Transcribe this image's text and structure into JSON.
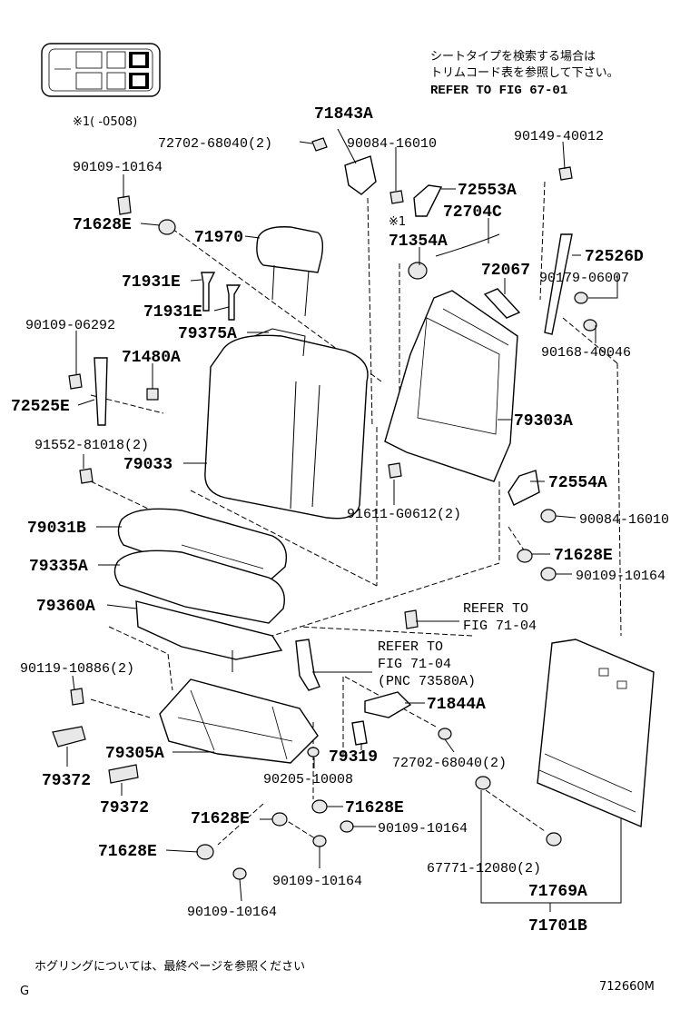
{
  "notes": {
    "jp_line1": "シートタイプを検索する場合は",
    "jp_line2": "トリムコード表を参照して下さい。",
    "refer_fig": "REFER TO FIG 67-01",
    "footnote_mark": "※1(   -0508)",
    "footnote_mark_short": "※1",
    "bottom_note": "ホグリングについては、最終ページを参照ください",
    "corner_letter": "G",
    "drawing_number": "712660M"
  },
  "labels": {
    "p71843A": "71843A",
    "p72702_68040_top": "72702-68040(2)",
    "p90084_16010_top": "90084-16010",
    "p90149_40012": "90149-40012",
    "p90109_10164_a": "90109-10164",
    "p72553A": "72553A",
    "p72704C": "72704C",
    "p71628E_a": "71628E",
    "p71354A": "71354A",
    "p71970": "71970",
    "p72526D": "72526D",
    "p72067": "72067",
    "p90179_06007": "90179-06007",
    "p71931E_a": "71931E",
    "p71931E_b": "71931E",
    "p79375A": "79375A",
    "p90109_06292": "90109-06292",
    "p90168_40046": "90168-40046",
    "p71480A": "71480A",
    "p72525E": "72525E",
    "p79303A": "79303A",
    "p91552_81018": "91552-81018(2)",
    "p79033": "79033",
    "p72554A": "72554A",
    "p91611_G0612": "91611-G0612(2)",
    "p90084_16010_b": "90084-16010",
    "p79031B": "79031B",
    "p71628E_b": "71628E",
    "p79335A": "79335A",
    "p90109_10164_b": "90109-10164",
    "p79360A": "79360A",
    "refer_71_04_a1": "REFER TO",
    "refer_71_04_a2": "FIG 71-04",
    "refer_71_04_b1": "REFER TO",
    "refer_71_04_b2": "FIG 71-04",
    "refer_71_04_b3": "(PNC 73580A)",
    "p90119_10886": "90119-10886(2)",
    "p71844A": "71844A",
    "p79372_a": "79372",
    "p79305A": "79305A",
    "p79319": "79319",
    "p72702_68040_b": "72702-68040(2)",
    "p90205_10008": "90205-10008",
    "p79372_b": "79372",
    "p71628E_c": "71628E",
    "p71628E_d": "71628E",
    "p90109_10164_c": "90109-10164",
    "p67771_12080": "67771-12080(2)",
    "p71628E_e": "71628E",
    "p90109_10164_d": "90109-10164",
    "p71769A": "71769A",
    "p90109_10164_e": "90109-10164",
    "p71701B": "71701B"
  }
}
